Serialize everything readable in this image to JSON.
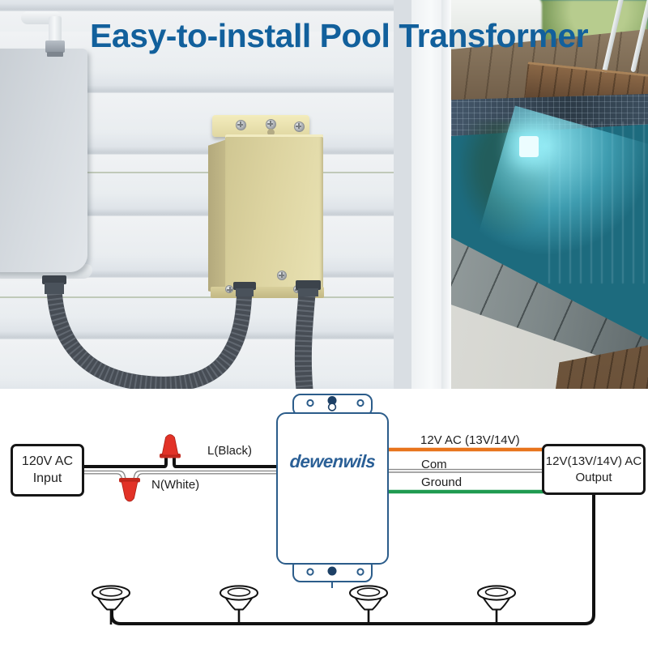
{
  "title": "Easy-to-install Pool Transformer",
  "brand": {
    "logo_text": "dewenwils"
  },
  "diagram": {
    "input_box": {
      "line1": "120V AC",
      "line2": "Input"
    },
    "output_box": {
      "line1": "12V(13V/14V) AC",
      "line2": "Output"
    },
    "wire_labels": {
      "live": "L(Black)",
      "neutral": "N(White)",
      "output_12v": "12V AC (13V/14V)",
      "com": "Com",
      "ground": "Ground"
    },
    "lights": {
      "count": 4,
      "positions_x": [
        137,
        295,
        455,
        613
      ]
    },
    "colors": {
      "outline_blue": "#2b5c8a",
      "wire_black": "#111111",
      "wire_orange": "#e8741c",
      "wire_green": "#1f9b51",
      "wire_nut_red": "#e23227"
    }
  },
  "colors": {
    "title_blue": "#12609c"
  }
}
